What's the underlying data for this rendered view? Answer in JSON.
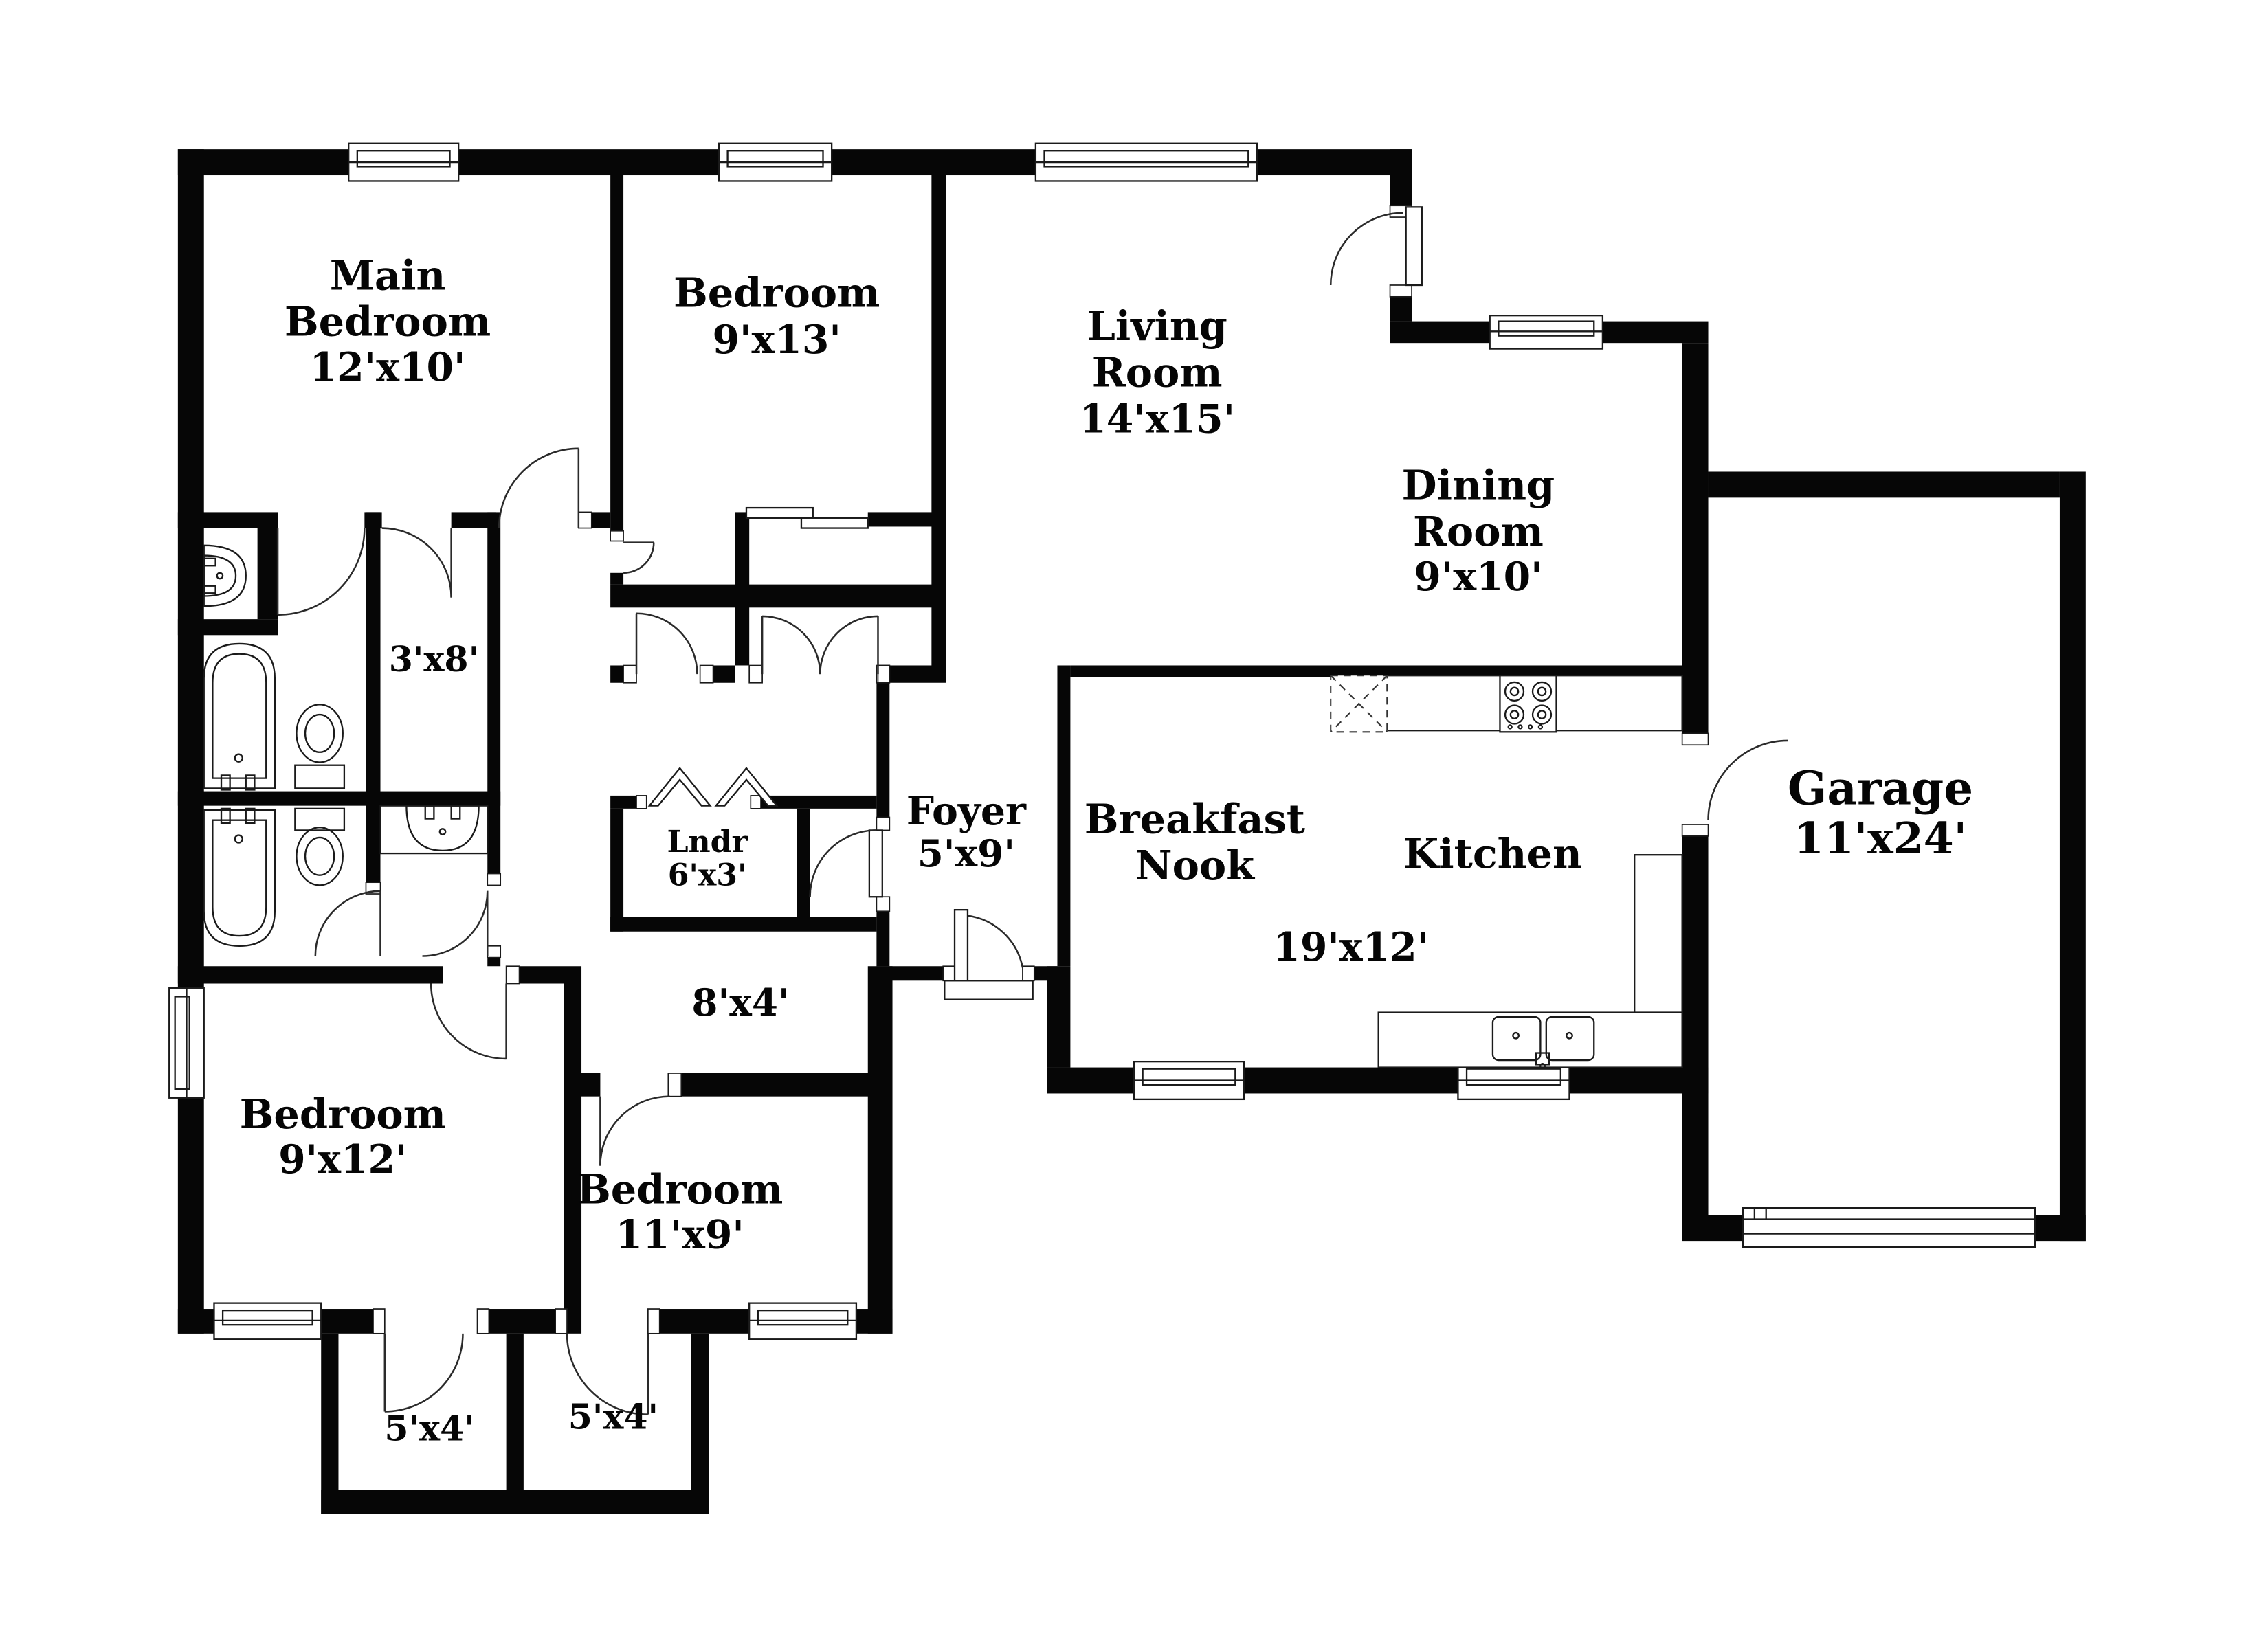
{
  "plan": {
    "type": "floorplan",
    "colors": {
      "wall": "#060606",
      "background": "#ffffff",
      "line": "#2a2a2a"
    },
    "rooms": {
      "main_bedroom": {
        "line1": "Main",
        "line2": "Bedroom",
        "dims": "12'x10'"
      },
      "bedroom2": {
        "line1": "Bedroom",
        "dims": "9'x13'"
      },
      "living": {
        "line1": "Living",
        "line2": "Room",
        "dims": "14'x15'"
      },
      "dining": {
        "line1": "Dining",
        "line2": "Room",
        "dims": "9'x10'"
      },
      "garage": {
        "line1": "Garage",
        "dims": "11'x24'"
      },
      "hall_closet": {
        "dims": "3'x8'"
      },
      "laundry": {
        "line1": "Lndr",
        "dims": "6'x3'"
      },
      "foyer": {
        "line1": "Foyer",
        "dims": "5'x9'"
      },
      "breakfast": {
        "line1": "Breakfast",
        "line2": "Nook"
      },
      "kitchen": {
        "line1": "Kitchen",
        "dims": "19'x12'"
      },
      "hallway": {
        "dims": "8'x4'"
      },
      "bedroom3": {
        "line1": "Bedroom",
        "dims": "9'x12'"
      },
      "bedroom4": {
        "line1": "Bedroom",
        "dims": "11'x9'"
      },
      "closet_a": {
        "dims": "5'x4'"
      },
      "closet_b": {
        "dims": "5'x4'"
      }
    },
    "fixtures": [
      "bathtub-master",
      "bathtub-hall",
      "toilet-master",
      "toilet-hall",
      "sink-master",
      "sink-hall",
      "kitchen-sink-double",
      "stove-4-burner",
      "refrigerator-space",
      "garage-door",
      "entry-door",
      "front-door",
      "porch-stoop",
      "bifold-doors",
      "sliding-closet-doors"
    ]
  }
}
